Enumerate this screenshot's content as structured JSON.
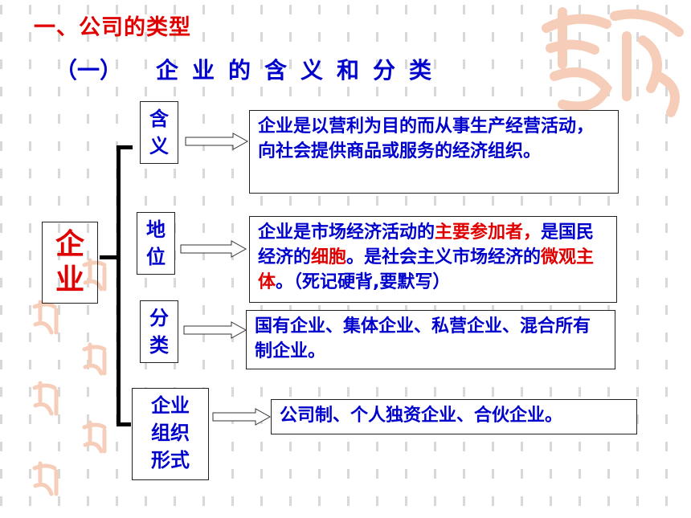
{
  "title": "一、公司的类型",
  "subtitle": {
    "paren": "（一）",
    "text": "企业的含义和分类"
  },
  "root": {
    "line1": "企",
    "line2": "业"
  },
  "rows": [
    {
      "label_lines": [
        "含",
        "义"
      ],
      "desc_parts": [
        {
          "text": "企业是以营利为目的而从事生产经营活动，向社会提供商品或服务的经济组织。",
          "red": false
        }
      ]
    },
    {
      "label_lines": [
        "地",
        "位"
      ],
      "desc_parts": [
        {
          "text": "企业是市场经济活动的",
          "red": false
        },
        {
          "text": "主要参加者，",
          "red": true
        },
        {
          "text": "是国民经济的",
          "red": false
        },
        {
          "text": "细胞",
          "red": true
        },
        {
          "text": "。是社会主义市场经济的",
          "red": false
        },
        {
          "text": "微观主体",
          "red": true
        },
        {
          "text": "。（死记硬背,要默写）",
          "red": false
        }
      ]
    },
    {
      "label_lines": [
        "分",
        "类"
      ],
      "desc_parts": [
        {
          "text": "国有企业、集体企业、私营企业、混合所有制企业。",
          "red": false
        }
      ]
    },
    {
      "label_lines": [
        "企业",
        "组织",
        "形式"
      ],
      "desc_parts": [
        {
          "text": "公司制、个人独资企业、合伙企业。",
          "red": false
        }
      ]
    }
  ],
  "colors": {
    "heading_red": "#e00000",
    "text_blue": "#0000cc",
    "watermark": "#f6cdb8"
  },
  "icons": {
    "watermark": "auspicious-seal-icon",
    "arrow": "hollow-right-arrow-icon"
  }
}
